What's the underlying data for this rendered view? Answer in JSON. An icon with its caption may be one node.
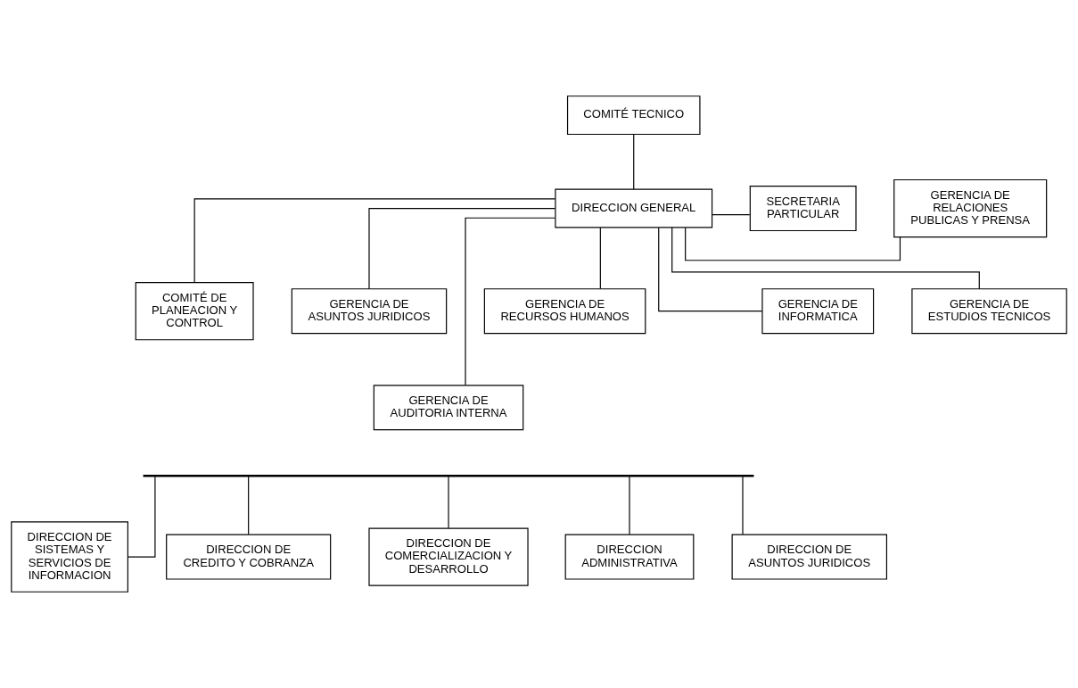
{
  "diagram": {
    "nodes": [
      {
        "text": [
          "COMITÉ TECNICO"
        ]
      },
      {
        "text": [
          "GERENCIA DE RELACIONES PUBLICAS Y PRENSA"
        ]
      },
      {
        "text": [
          "DIRECCION GENERAL"
        ]
      },
      {
        "text": [
          "SECRETARIA PARTICULAR"
        ]
      },
      {
        "text": [
          "COMITÉ DE PLANEACION Y CONTROL"
        ]
      },
      {
        "text": [
          "GERENCIA DE ASUNTOS JURIDICOS"
        ]
      },
      {
        "text": [
          "GERENCIA DE RECURSOS HUMANOS"
        ]
      },
      {
        "text": [
          "GERENCIA DE AUDITORIA INTERNA"
        ]
      },
      {
        "text": [
          "GERENCIA DE INFORMATICA"
        ]
      },
      {
        "text": [
          "GERENCIA DE ESTUDIOS TECNICOS"
        ]
      },
      {
        "text": [
          "DIRECCION DE SISTEMAS Y SERVICIOS DE INFORMACION"
        ]
      },
      {
        "text": [
          "DIRECCION DE CREDITO Y COBRANZA"
        ]
      },
      {
        "text": [
          "DIRECCION DE COMERCIALIZACION Y DESARROLLO"
        ]
      },
      {
        "text": [
          "DIRECCION ADMINISTRATIVA"
        ]
      },
      {
        "text": [
          "DIRECCION DE ASUNTOS JURIDICOS"
        ]
      },
      {
        "text": [],
        "shape": "bar"
      }
    ],
    "edges": [
      {
        "from": 0,
        "to": 2,
        "arrow": "none"
      },
      {
        "from": 2,
        "to": 1,
        "arrow": "none"
      },
      {
        "from": 2,
        "to": 3,
        "arrow": "none"
      },
      {
        "from": 2,
        "to": 4,
        "arrow": "none"
      },
      {
        "from": 2,
        "to": 5,
        "arrow": "none"
      },
      {
        "from": 2,
        "to": 6,
        "arrow": "none"
      },
      {
        "from": 2,
        "to": 7,
        "arrow": "none"
      },
      {
        "from": 2,
        "to": 8,
        "arrow": "none"
      },
      {
        "from": 2,
        "to": 9,
        "arrow": "none"
      },
      {
        "from": 15,
        "to": 10,
        "arrow": "none"
      },
      {
        "from": 15,
        "to": 11,
        "arrow": "none"
      },
      {
        "from": 15,
        "to": 12,
        "arrow": "none"
      },
      {
        "from": 15,
        "to": 13,
        "arrow": "none"
      },
      {
        "from": 15,
        "to": 14,
        "arrow": "none"
      }
    ]
  }
}
